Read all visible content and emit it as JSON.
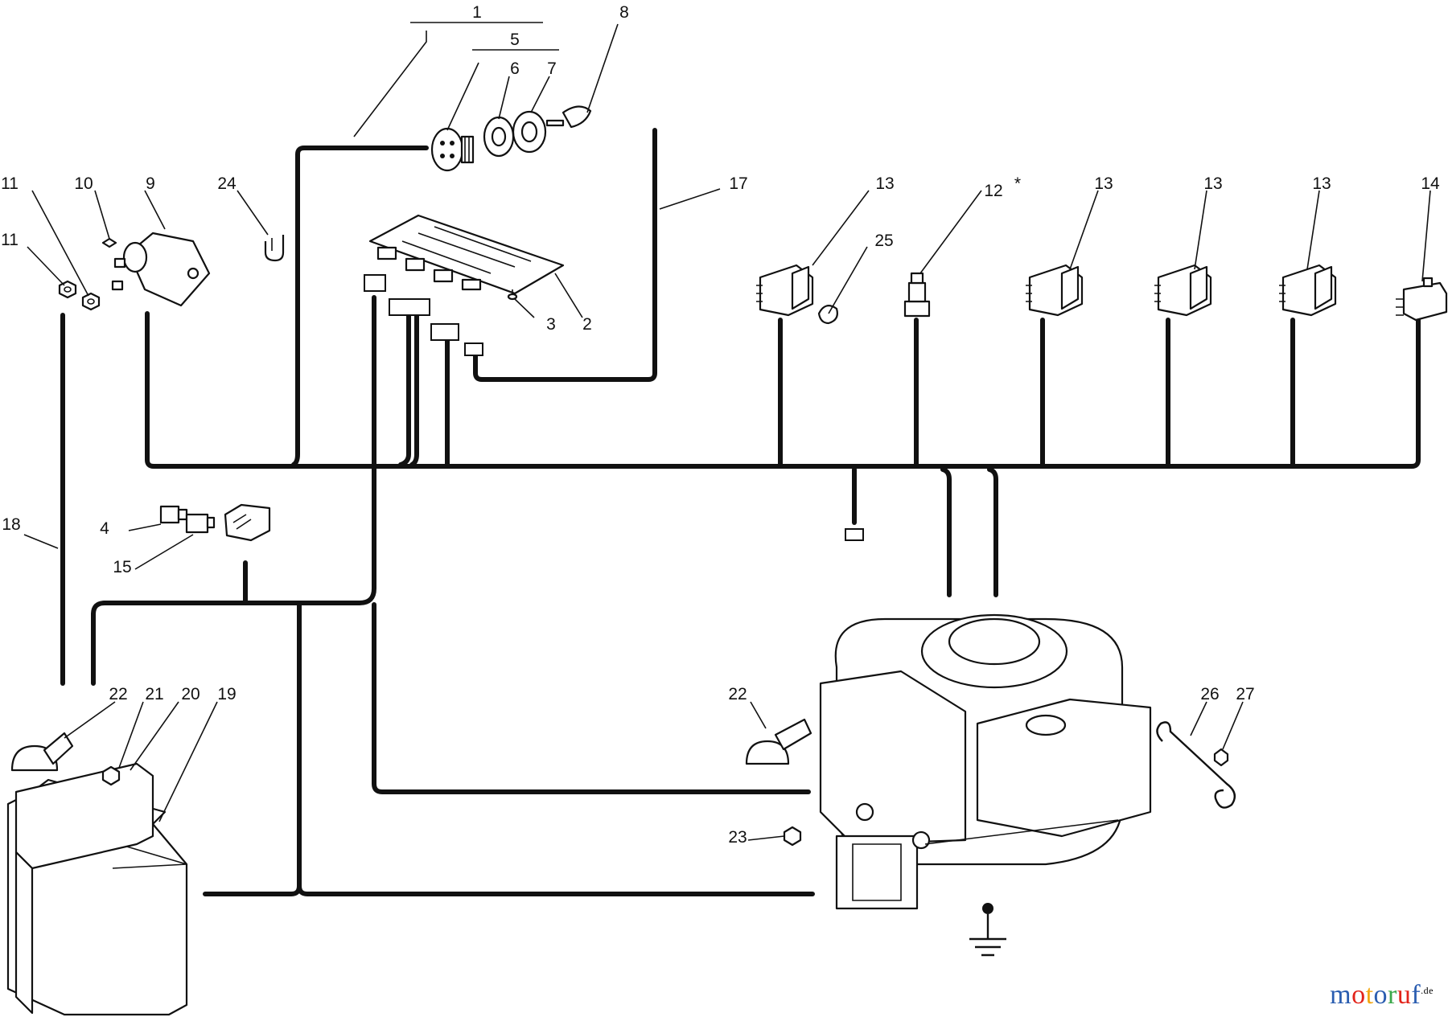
{
  "diagram": {
    "callouts": {
      "c1": "1",
      "c2": "2",
      "c3": "3",
      "c4": "4",
      "c5": "5",
      "c6": "6",
      "c7": "7",
      "c8": "8",
      "c9": "9",
      "c10": "10",
      "c11a": "11",
      "c11b": "11",
      "c12": "12",
      "c12_mark": "*",
      "c13a": "13",
      "c13b": "13",
      "c13c": "13",
      "c13d": "13",
      "c14": "14",
      "c15": "15",
      "c17": "17",
      "c18": "18",
      "c19": "19",
      "c20": "20",
      "c21": "21",
      "c22a": "22",
      "c22b": "22",
      "c23": "23",
      "c24": "24",
      "c25": "25",
      "c26": "26",
      "c27": "27"
    }
  },
  "watermark": {
    "letters": [
      "m",
      "o",
      "t",
      "o",
      "r",
      "u",
      "f"
    ],
    "tld": ".de",
    "colors": [
      "#2a5db0",
      "#e2231a",
      "#f3a712",
      "#2a5db0",
      "#3aa84a",
      "#e2231a",
      "#2a5db0"
    ]
  }
}
